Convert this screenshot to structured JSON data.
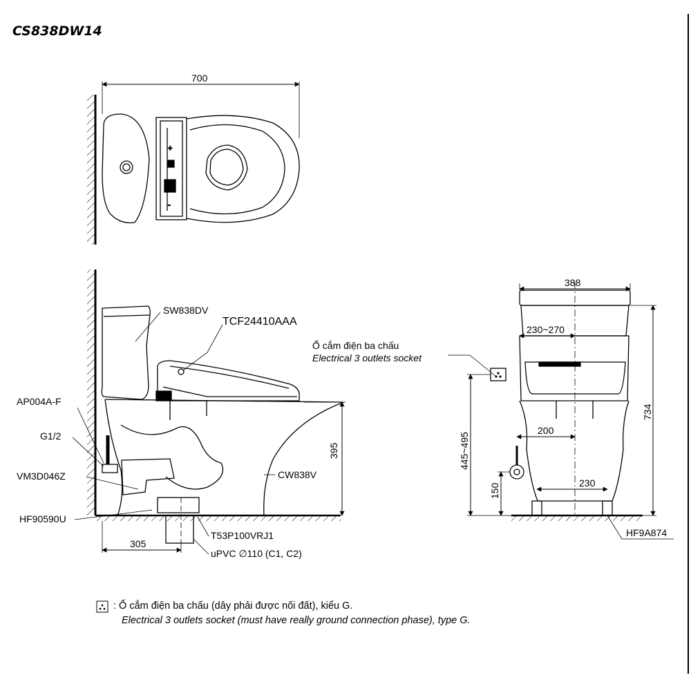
{
  "title": "CS838DW14",
  "top_view": {
    "width_dim": "700"
  },
  "side_view": {
    "tank": "SW838DV",
    "seat": "TCF24410AAA",
    "socket_vi": "Ổ cắm điện ba chấu",
    "socket_en": "Electrical 3 outlets socket",
    "bowl": "CW838V",
    "height_dim": "395",
    "rough_in_dim": "305",
    "parts": [
      "AP004A-F",
      "G1/2",
      "VM3D046Z",
      "HF90590U"
    ],
    "drain_parts": [
      "T53P100VRJ1",
      "uPVC ∅110 (C1, C2)"
    ]
  },
  "front_view": {
    "width_dim": "388",
    "seat_width_dim": "230~270",
    "socket_height_dim": "445~495",
    "total_height_dim": "734",
    "valve_offset_dim": "200",
    "valve_height_dim": "150",
    "bolt_spacing_dim": "230",
    "part": "HF9A874"
  },
  "legend": {
    "symbol_icon": "socket-dots-icon",
    "line1": ": Ổ cắm điện ba chấu (dây phải được nối đất), kiểu G.",
    "line2": "Electrical 3 outlets socket (must have really ground connection phase), type G."
  }
}
